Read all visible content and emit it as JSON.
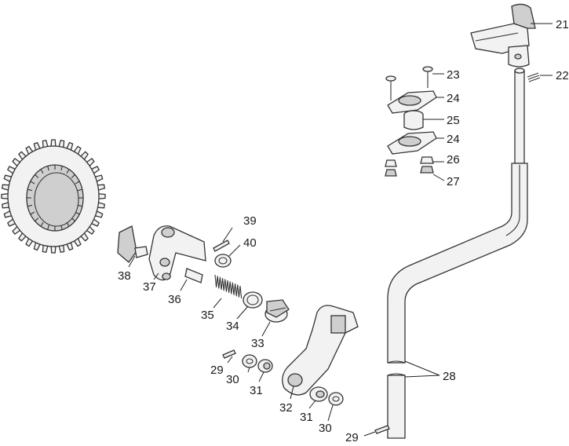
{
  "callouts": [
    "21",
    "22",
    "23",
    "24",
    "25",
    "24",
    "26",
    "27",
    "28",
    "29",
    "30",
    "31",
    "32",
    "31",
    "30",
    "29",
    "33",
    "34",
    "35",
    "36",
    "37",
    "38",
    "39",
    "40"
  ]
}
